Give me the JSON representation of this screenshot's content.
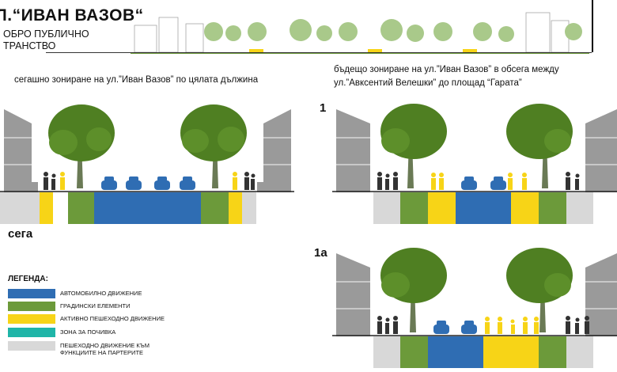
{
  "header": {
    "title": "Л.“ИВАН ВАЗОВ“",
    "subtitle_line1": "ОБРО ПУБЛИЧНО",
    "subtitle_line2": "ТРАНСТВО"
  },
  "captions": {
    "current": "сегашно зониране на ул.”Иван Вазов” по цялата дължина",
    "future_line1": "бъдещо зониране на ул.”Иван Вазов” в обсега между",
    "future_line2": "ул.”Авксентий Велешки” до площад “Гарата”"
  },
  "labels": {
    "now": "сега",
    "option1": "1",
    "option1a": "1а"
  },
  "legend": {
    "title": "ЛЕГЕНДА:",
    "items": [
      {
        "text": "АВТОМОБИЛНО ДВИЖЕНИЕ",
        "color": "#2f6db3"
      },
      {
        "text": "ГРАДИНСКИ ЕЛЕМЕНТИ",
        "color": "#6c9a3a"
      },
      {
        "text": "АКТИВНО ПЕШЕХОДНО ДВИЖЕНИЕ",
        "color": "#f7d417"
      },
      {
        "text": "ЗОНА ЗА ПОЧИВКА",
        "color": "#1fb5a8"
      },
      {
        "text_line1": "ПЕШЕХОДНО ДВИЖЕНИЕ КЪМ",
        "text_line2": "ФУНКЦИИТЕ НА ПАРТЕРИТЕ",
        "color": "#d8d8d8"
      }
    ]
  },
  "colors": {
    "car": "#2f6db3",
    "green": "#6c9a3a",
    "yellow": "#f7d417",
    "grey": "#d8d8d8",
    "building": "#9a9a9a",
    "tree": "#4f7f22",
    "trunk": "#6a7a55"
  }
}
